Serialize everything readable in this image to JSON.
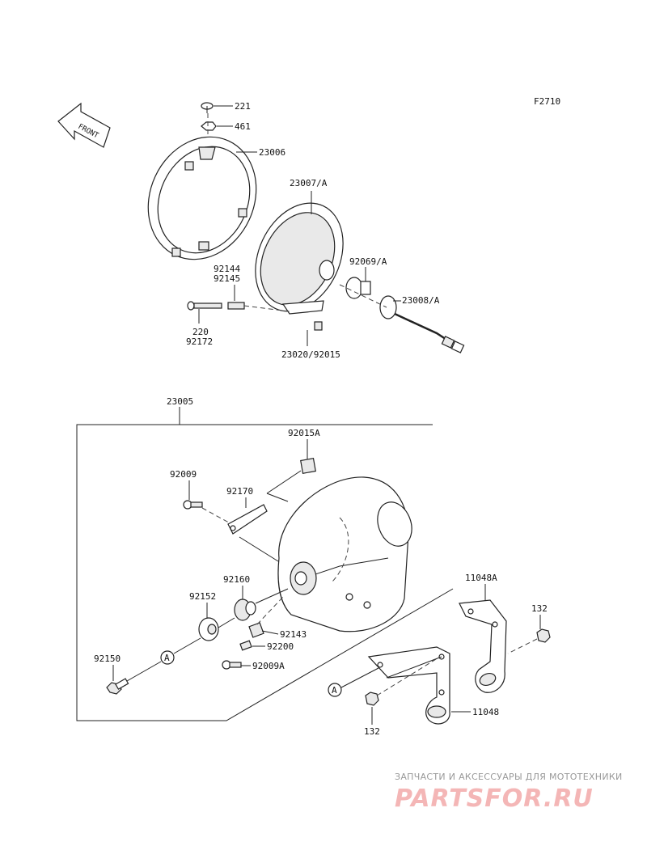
{
  "diagram": {
    "figure_code": "F2710",
    "front_arrow_label": "FRONT",
    "labels": {
      "p221": "221",
      "p461": "461",
      "p23006": "23006",
      "p23007A": "23007/A",
      "p92069A": "92069/A",
      "p23008A": "23008/A",
      "p92144": "92144",
      "p92145": "92145",
      "p220": "220",
      "p92172": "92172",
      "p23020_92015": "23020/92015",
      "p23005": "23005",
      "p92015A": "92015A",
      "p92009": "92009",
      "p92170": "92170",
      "p92160": "92160",
      "p92152": "92152",
      "p92143": "92143",
      "p92200": "92200",
      "p92009A": "92009A",
      "p92150": "92150",
      "p11048A": "11048A",
      "p132_top": "132",
      "p11048": "11048",
      "p132_bottom": "132"
    },
    "ref_marks": {
      "a_left": "A",
      "a_right": "A"
    }
  },
  "watermark": {
    "tagline": "ЗАПЧАСТИ И АКСЕССУАРЫ ДЛЯ МОТОТЕХНИКИ",
    "site": "PARTSFOR.RU"
  },
  "colors": {
    "line": "#222222",
    "watermark_red": "#f4b6b6"
  }
}
